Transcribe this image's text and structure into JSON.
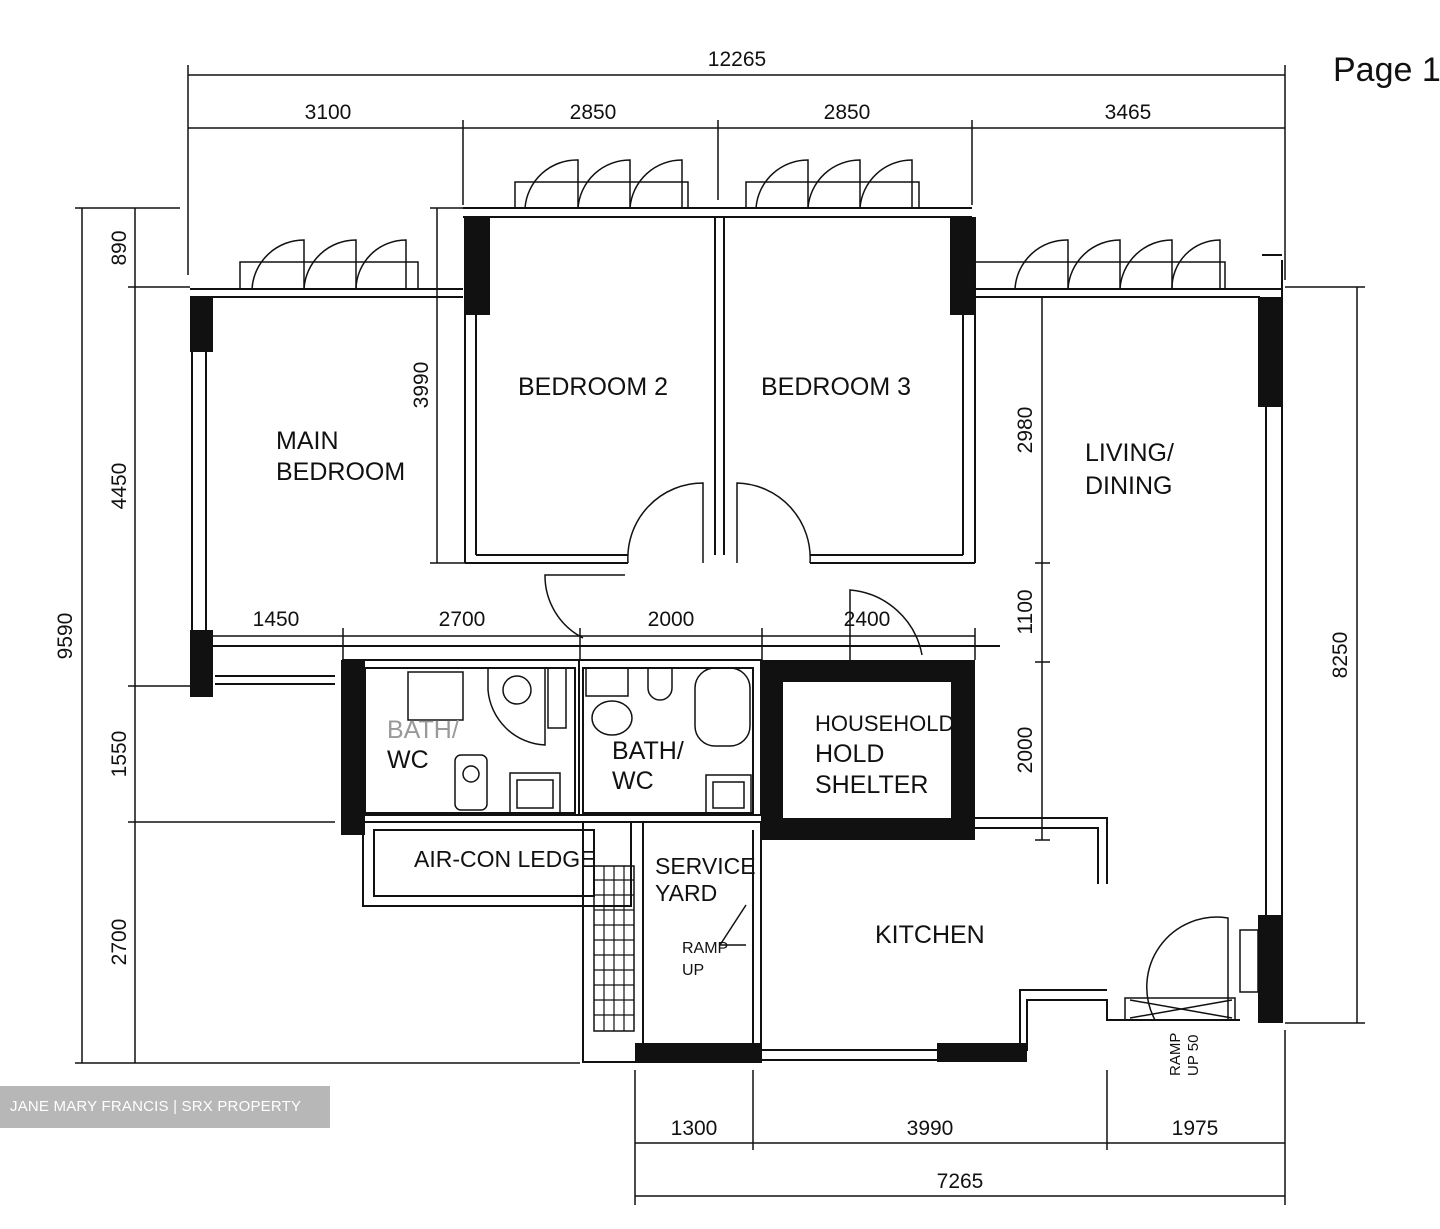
{
  "page_label": "Page 1",
  "watermark": "JANE MARY FRANCIS | SRX PROPERTY",
  "rooms": {
    "main_bedroom_1": "MAIN",
    "main_bedroom_2": "BEDROOM",
    "bedroom2": "BEDROOM 2",
    "bedroom3": "BEDROOM 3",
    "living_1": "LIVING/",
    "living_2": "DINING",
    "bath1_1": "BATH/",
    "bath1_2": "WC",
    "bath2_1": "BATH/",
    "bath2_2": "WC",
    "shelter_1": "HOUSEHOLD",
    "shelter_2": "HOLD",
    "shelter_3": "SHELTER",
    "aircon": "AIR-CON LEDGE",
    "service_1": "SERVICE",
    "service_2": "YARD",
    "ramp_1": "RAMP",
    "ramp_2": "UP",
    "kitchen": "KITCHEN",
    "ramp50_1": "RAMP",
    "ramp50_2": "UP 50"
  },
  "dimensions": {
    "top_total": "12265",
    "top_1": "3100",
    "top_2": "2850",
    "top_3": "2850",
    "top_4": "3465",
    "left_total": "9590",
    "left_1": "890",
    "left_2": "4450",
    "left_3": "1550",
    "left_4": "2700",
    "inner_3990": "3990",
    "mid_1450": "1450",
    "mid_2700": "2700",
    "mid_2000": "2000",
    "mid_2400": "2400",
    "right_2980": "2980",
    "right_1100": "1100",
    "right_2000": "2000",
    "right_8250": "8250",
    "bottom_1300": "1300",
    "bottom_3990": "3990",
    "bottom_1975": "1975",
    "bottom_total": "7265"
  }
}
